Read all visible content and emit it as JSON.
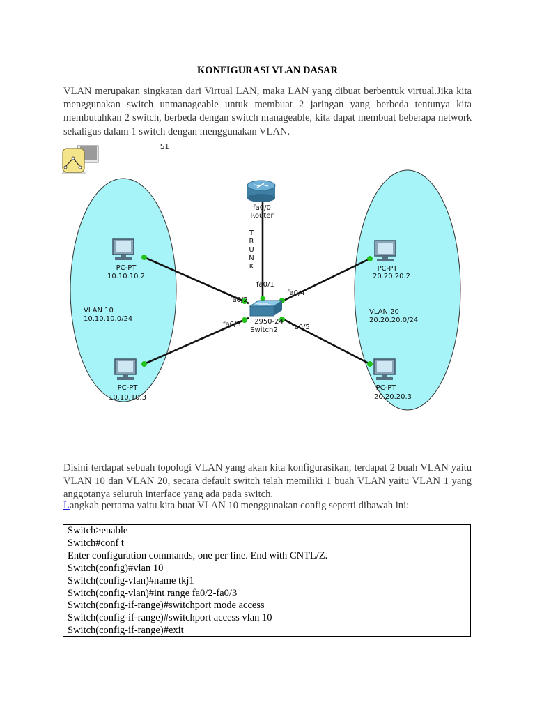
{
  "document": {
    "title": "KONFIGURASI VLAN DASAR",
    "intro": "VLAN merupakan singkatan dari Virtual LAN, maka LAN yang dibuat berbentuk virtual.Jika kita menggunakan switch unmanageable untuk membuat 2 jaringan yang berbeda tentunya kita membutuhkan 2 switch, berbeda dengan switch manageable, kita dapat membuat beberapa network sekaligus dalam 1 switch dengan menggunakan VLAN.",
    "description": "Disini terdapat sebuah topologi VLAN yang akan kita konfigurasikan, terdapat 2 buah VLAN yaitu VLAN 10 dan VLAN 20, secara default switch telah memiliki 1 buah VLAN yaitu VLAN 1 yang anggotanya seluruh interface yang ada pada switch.",
    "step_first_letter": "L",
    "step_rest": "angkah pertama yaitu kita buat VLAN 10 menggunakan config seperti dibawah ini:"
  },
  "topology": {
    "fragment_label": "S1",
    "router": {
      "port": "fa0/0",
      "name": "Router"
    },
    "trunk_letters": [
      "T",
      "R",
      "U",
      "N",
      "K"
    ],
    "switch": {
      "model": "2950-24",
      "name": "Switch2"
    },
    "ports": {
      "trunk": "fa0/1",
      "pc1": "fa0/2",
      "pc2": "fa0/3",
      "pc3": "fa0/4",
      "pc4": "fa0/5"
    },
    "vlan10": {
      "name": "VLAN 10",
      "network": "10.10.10.0/24",
      "pcs": [
        {
          "type": "PC-PT",
          "ip": "10.10.10.2"
        },
        {
          "type": "PC-PT",
          "ip": "10.10.10.3"
        }
      ]
    },
    "vlan20": {
      "name": "VLAN 20",
      "network": "20.20.20.0/24",
      "pcs": [
        {
          "type": "PC-PT",
          "ip": "20.20.20.2"
        },
        {
          "type": "PC-PT",
          "ip": "20.20.20.3"
        }
      ]
    },
    "colors": {
      "vlan_zone": "#a6f3f8",
      "router": "#4f8fb0",
      "switch": "#5aa0c8",
      "link_dot": "#22c21a"
    }
  },
  "config_lines": [
    "Switch>enable",
    "Switch#conf t",
    "Enter configuration commands, one per line. End with CNTL/Z.",
    "Switch(config)#vlan 10",
    "Switch(config-vlan)#name tkj1",
    "Switch(config-vlan)#int range fa0/2-fa0/3",
    "Switch(config-if-range)#switchport mode access",
    "Switch(config-if-range)#switchport access vlan 10",
    "Switch(config-if-range)#exit"
  ]
}
